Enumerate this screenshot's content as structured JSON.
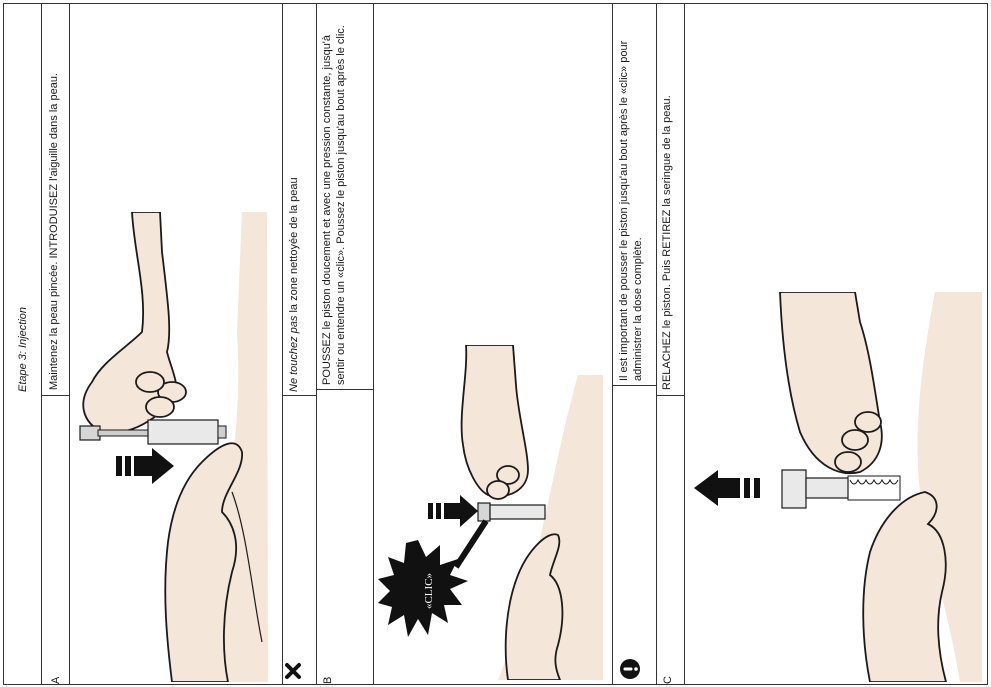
{
  "header": {
    "title": "Etape 3: Injection"
  },
  "steps": [
    {
      "letter": "A",
      "instruction": "Maintenez la peau pincée. INTRODUISEZ l'aiguille dans la peau."
    },
    {
      "letter": "B",
      "instruction": "POUSSEZ le piston doucement et avec une pression constante, jusqu'à sentir ou entendre un «clic». Poussez le piston jusqu'au bout après le clic."
    },
    {
      "letter": "C",
      "instruction": "RELACHEZ le piston. Puis RETIREZ la seringue de la peau."
    }
  ],
  "warning": {
    "emphasis": "Ne touchez pas",
    "rest": " la zone nettoyée de la peau"
  },
  "important": {
    "text": "Il est important de pousser le piston jusqu'au bout après le «clic» pour administrer la dose complète."
  },
  "illustration": {
    "clic_label": "«CLIC»"
  },
  "icons": {
    "warning": "x-mark-icon",
    "important": "exclamation-circle-icon"
  },
  "colors": {
    "skin": "#f4e6d8",
    "line": "#1a1a1a"
  }
}
